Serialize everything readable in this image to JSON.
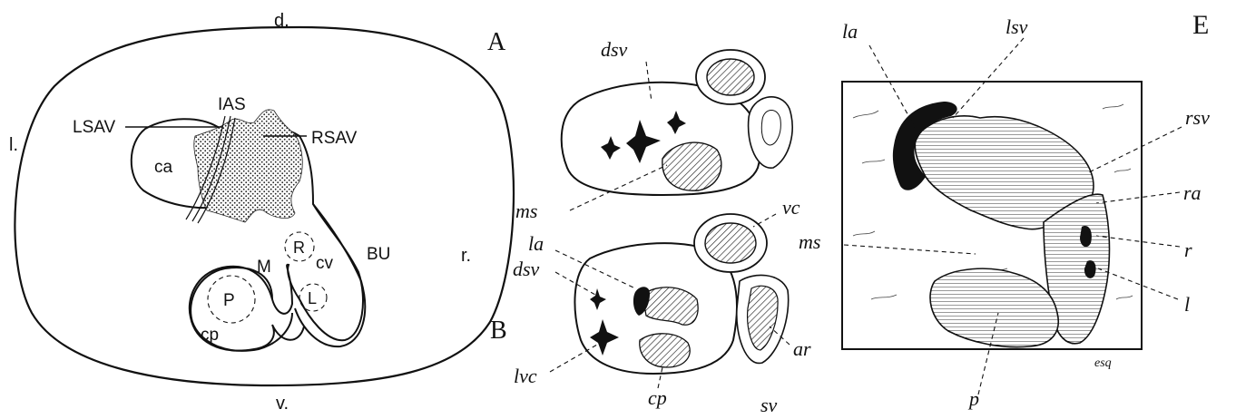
{
  "left_panel": {
    "labels": {
      "d": "d.",
      "v": "v.",
      "l": "l.",
      "r": "r.",
      "LSAV": "LSAV",
      "IAS": "IAS",
      "RSAV": "RSAV",
      "ca": "ca",
      "M": "M",
      "R": "R",
      "cv": "cv",
      "BU": "BU",
      "P": "P",
      "L": "L",
      "cp": "cp"
    }
  },
  "panel_A": {
    "letter": "A",
    "labels": {
      "dsv": "dsv",
      "ms": "ms"
    }
  },
  "panel_B": {
    "letter": "B",
    "labels": {
      "vc": "vc",
      "la": "la",
      "dsv": "dsv",
      "ar": "ar",
      "lvc": "lvc",
      "cp": "cp",
      "sv": "sv"
    }
  },
  "panel_E": {
    "letter": "E",
    "labels": {
      "la": "la",
      "lsv": "lsv",
      "rsv": "rsv",
      "ra": "ra",
      "ms": "ms",
      "r": "r",
      "l": "l",
      "p": "p",
      "esq": "esq"
    }
  }
}
